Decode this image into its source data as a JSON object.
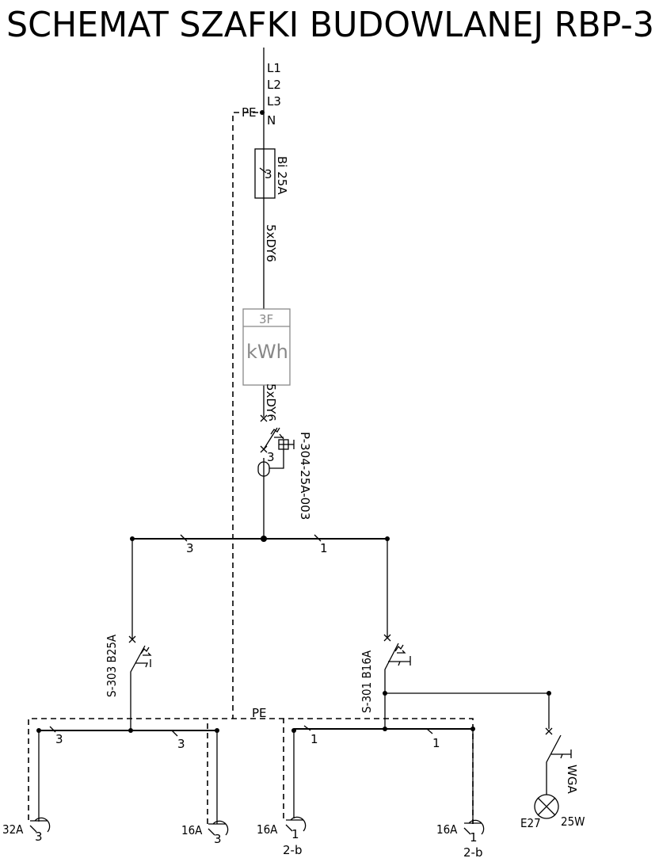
{
  "title": "SCHEMAT SZAFKI BUDOWLANEJ RBP-3",
  "supply": {
    "phases": [
      "L1",
      "L2",
      "L3"
    ],
    "neutral": "N",
    "pe": "PE"
  },
  "main_fuse": {
    "poles": "3",
    "label": "Bi 25A"
  },
  "cable_1": "5xDY6",
  "meter": {
    "type": "3F",
    "unit": "kWh"
  },
  "cable_2": "5xDY6",
  "rcd": {
    "poles": "3",
    "label": "P-304-25A-003"
  },
  "bus": {
    "left_poles": "3",
    "right_poles": "1"
  },
  "left_branch": {
    "breaker": "S-303  B25A",
    "bus_poles": [
      "3",
      "3"
    ],
    "sockets": [
      {
        "rating": "32A",
        "poles": "3"
      },
      {
        "rating": "16A",
        "poles": "3"
      }
    ]
  },
  "pe_label": "PE",
  "right_branch": {
    "breaker": "S-301  B16A",
    "bus_poles": [
      "1",
      "1"
    ],
    "sockets": [
      {
        "rating": "16A",
        "poles": "1",
        "type": "2-b"
      },
      {
        "rating": "16A",
        "poles": "1",
        "type": "2-b"
      }
    ],
    "switch": "WGA",
    "lamp": {
      "socket": "E27",
      "power": "25W"
    }
  }
}
